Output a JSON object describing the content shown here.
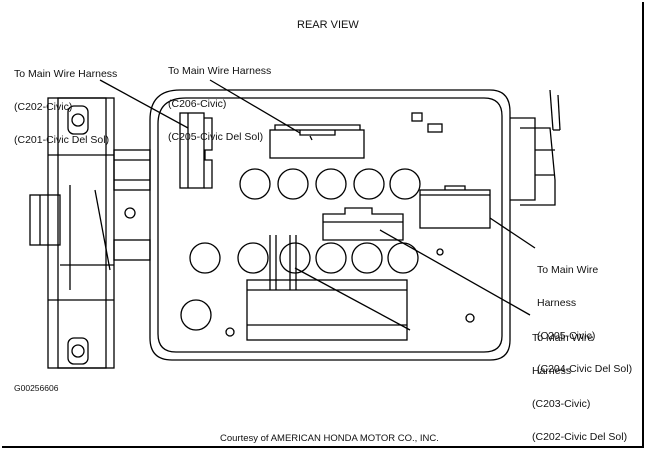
{
  "title": "REAR VIEW",
  "figure_id": "G00256606",
  "credit": "Courtesy of AMERICAN HONDA MOTOR CO., INC.",
  "callouts": {
    "top_left": [
      "To Main Wire Harness",
      "(C202-Civic)",
      "(C201-Civic Del Sol)"
    ],
    "top_center": [
      "To Main Wire Harness",
      "(C206-Civic)",
      "(C205-Civic Del Sol)"
    ],
    "right_upper": [
      "To Main Wire",
      "Harness",
      "(C205-Civic)",
      "(C204-Civic Del Sol)"
    ],
    "right_lower": [
      "To Main Wire",
      "Harness",
      "(C203-Civic)",
      "(C202-Civic Del Sol)"
    ]
  }
}
